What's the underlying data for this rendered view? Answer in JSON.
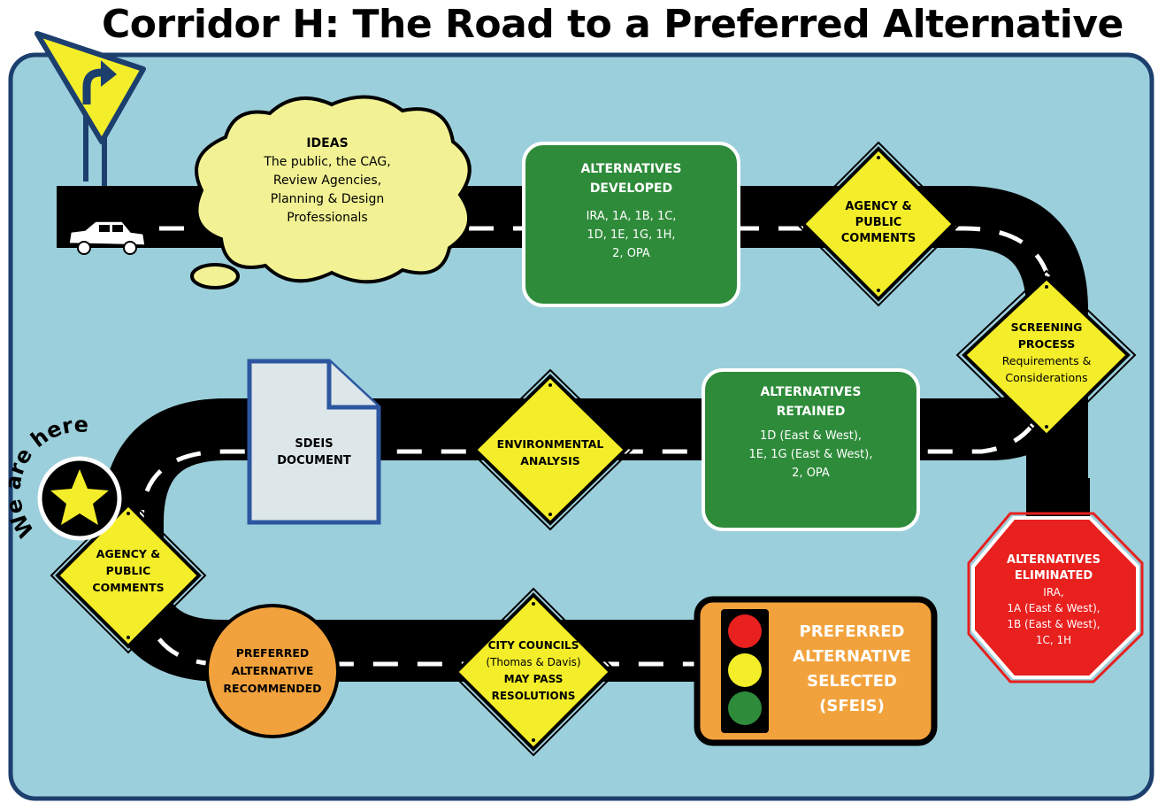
{
  "title": "Corridor H: The Road to a Preferred Alternative",
  "ideas": {
    "heading": "IDEAS",
    "lines": [
      "The public, the CAG,",
      "Review Agencies,",
      "Planning & Design",
      "Professionals"
    ]
  },
  "alternatives_developed": {
    "heading_1": "ALTERNATIVES",
    "heading_2": "DEVELOPED",
    "lines": [
      "IRA, 1A, 1B, 1C,",
      "1D, 1E, 1G, 1H,",
      "2, OPA"
    ]
  },
  "agency_comments_top": [
    "AGENCY &",
    "PUBLIC",
    "COMMENTS"
  ],
  "screening": {
    "heading_1": "SCREENING",
    "heading_2": "PROCESS",
    "lines": [
      "Requirements &",
      "Considerations"
    ]
  },
  "alternatives_eliminated": {
    "heading_1": "ALTERNATIVES",
    "heading_2": "ELIMINATED",
    "lines": [
      "IRA,",
      "1A (East & West),",
      "1B (East & West),",
      "1C, 1H"
    ]
  },
  "alternatives_retained": {
    "heading_1": "ALTERNATIVES",
    "heading_2": "RETAINED",
    "lines": [
      "1D (East & West),",
      "1E, 1G (East & West),",
      "2, OPA"
    ]
  },
  "environmental_analysis": [
    "ENVIRONMENTAL",
    "ANALYSIS"
  ],
  "sdeis_document": [
    "SDEIS",
    "DOCUMENT"
  ],
  "we_are_here": "We are here",
  "agency_comments_left": [
    "AGENCY &",
    "PUBLIC",
    "COMMENTS"
  ],
  "preferred_recommended": [
    "PREFERRED",
    "ALTERNATIVE",
    "RECOMMENDED"
  ],
  "city_councils": [
    "CITY COUNCILS",
    "(Thomas & Davis)",
    "MAY PASS",
    "RESOLUTIONS"
  ],
  "preferred_selected": [
    "PREFERRED",
    "ALTERNATIVE",
    "SELECTED",
    "(SFEIS)"
  ],
  "colors": {
    "background": "#9ccfdc",
    "road": "#000000",
    "sign_yellow": "#f4ee2a",
    "green_box": "#2e8b3a",
    "stop_red": "#e8201e",
    "orange": "#f2a23c",
    "cloud": "#f2f294"
  }
}
